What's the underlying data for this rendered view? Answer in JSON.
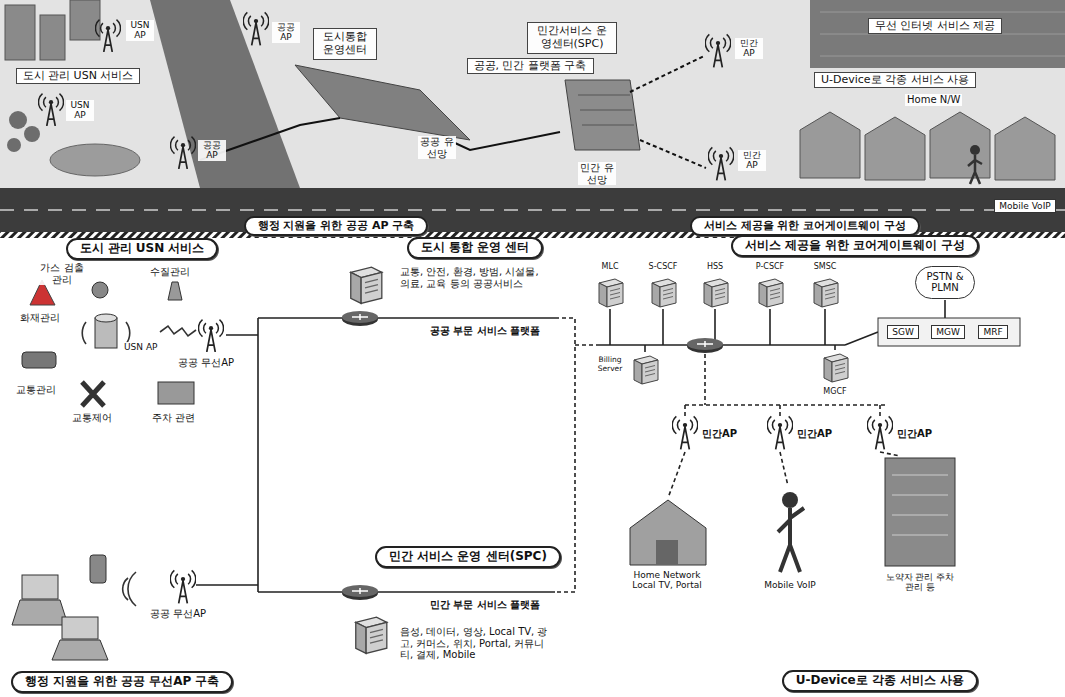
{
  "diagram": {
    "nodes": [
      {
        "text": [
          "도시 관리 USN 서비스"
        ]
      },
      {
        "text": [
          "도시통합 운영센터"
        ]
      },
      {
        "text": [
          "민간서비스 운영센터(SPC)"
        ]
      },
      {
        "text": [
          "공공, 민간 플랫폼 구축"
        ]
      },
      {
        "text": [
          "무선 인터넷 서비스 제공"
        ]
      },
      {
        "text": [
          "U-Device로 각종 서비스 사용"
        ]
      },
      {
        "text": [
          "Mobile VoIP"
        ]
      },
      {
        "text": [
          "행정 지원을 위한 공공 AP 구축"
        ]
      },
      {
        "text": [
          "서비스 제공을 위한 코어게이트웨이 구성"
        ]
      },
      {
        "text": [
          "도시 관리 USN 서비스"
        ]
      },
      {
        "text": [
          "도시 통합 운영 센터"
        ]
      },
      {
        "text": [
          "서비스 제공을 위한 코어게이트웨이 구성"
        ]
      },
      {
        "text": [
          "PSTN & PLMN"
        ]
      },
      {
        "text": [
          "SGW"
        ]
      },
      {
        "text": [
          "MGW"
        ]
      },
      {
        "text": [
          "MRF"
        ]
      },
      {
        "text": [
          "민간 서비스 운영 센터(SPC)"
        ]
      },
      {
        "text": [
          "행정 지원을 위한 공공 무선AP 구축"
        ]
      },
      {
        "text": [
          "U-Device로 각종 서비스 사용"
        ]
      }
    ],
    "labels": [
      "USN AP",
      "USN AP",
      "공공 AP",
      "공공 AP",
      "민간 AP",
      "민간 AP",
      "Home N/W",
      "공공 유선망",
      "민간 유선망",
      "가스 검출관리",
      "수질관리",
      "화재관리",
      "USN AP",
      "공공 무선AP",
      "교통관리",
      "교통제어",
      "주차 관련",
      "공공 무선AP",
      "교통, 안전, 환경, 방범, 시설물, 의료, 교육 등의 공공서비스",
      "공공 부문 서비스 플랫폼",
      "민간 부문 서비스 플랫폼",
      "음성, 데이터, 영상, Local TV, 광고, 커머스, 위치, Portal, 커뮤니티, 결제, Mobile",
      "MLC",
      "S-CSCF",
      "HSS",
      "P-CSCF",
      "SMSC",
      "Billing Server",
      "MGCF",
      "민간AP",
      "민간AP",
      "민간AP",
      "Home Network Local TV, Portal",
      "Mobile VoIP",
      "노약자 관리 주차관리 등"
    ]
  }
}
